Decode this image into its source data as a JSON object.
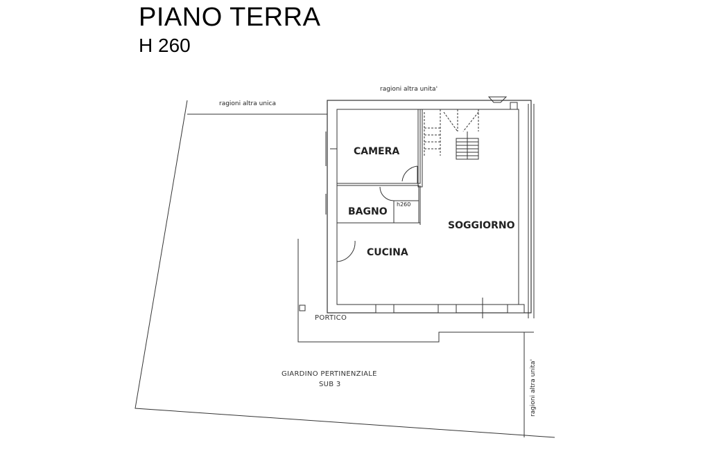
{
  "header": {
    "title": "PIANO TERRA",
    "height_label": "H 260"
  },
  "rooms": {
    "camera": "CAMERA",
    "bagno": "BAGNO",
    "soggiorno": "SOGGIORNO",
    "cucina": "CUCINA"
  },
  "annotations": {
    "bagno_height": "h260",
    "portico": "PORTICO",
    "garden_line1": "GIARDINO PERTINENZIALE",
    "garden_line2": "SUB 3",
    "neighbor_left": "ragioni altra unica",
    "neighbor_top": "ragioni altra unita'",
    "neighbor_right": "ragioni altra unita'"
  }
}
